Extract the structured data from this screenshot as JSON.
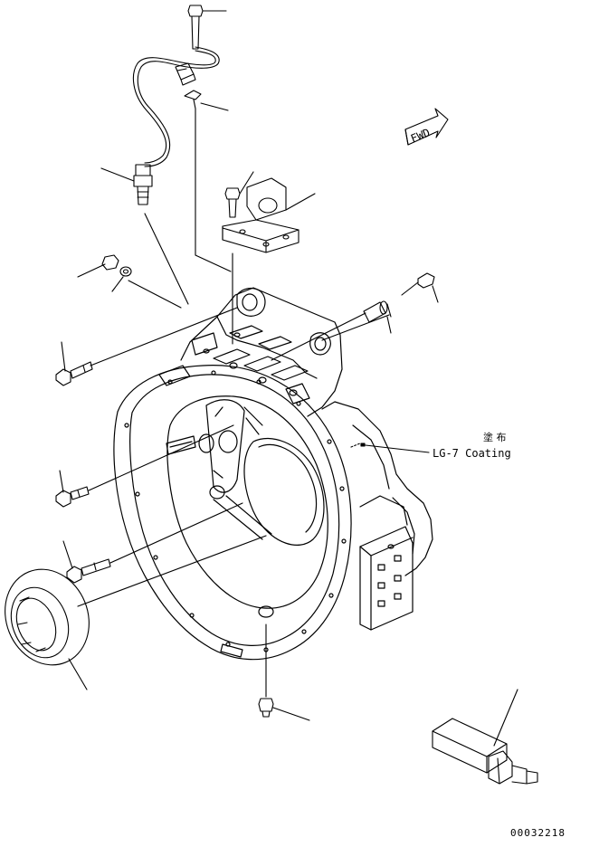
{
  "annotations": {
    "fwd_label": "FWD",
    "coating_jp": "塗 布",
    "coating_en": "LG-7 Coating",
    "drawing_number": "00032218"
  },
  "colors": {
    "line": "#000000",
    "background": "#ffffff"
  },
  "icons": [
    "fwd-arrow-icon"
  ]
}
